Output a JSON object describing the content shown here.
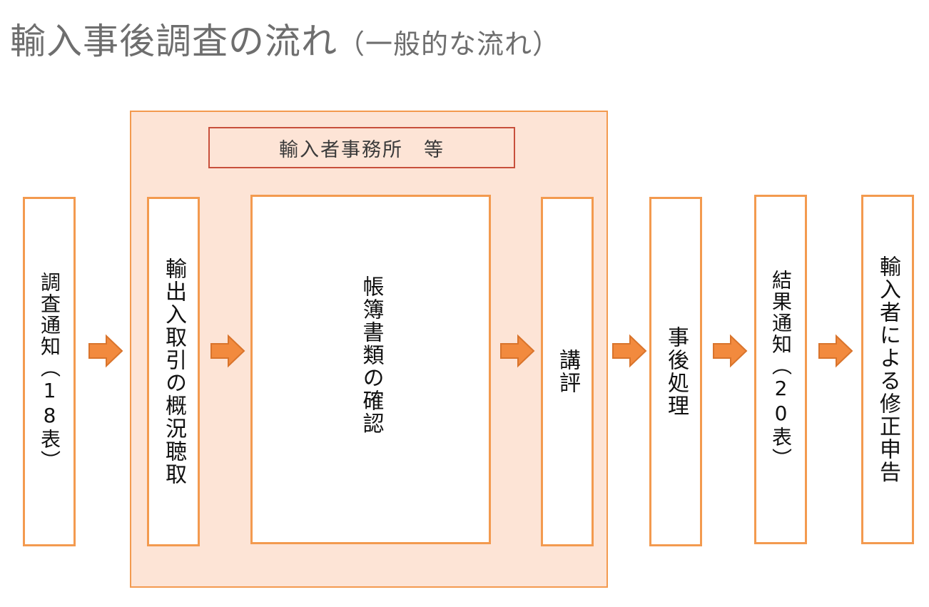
{
  "title": {
    "main": "輸入事後調査の流れ",
    "sub": "（一般的な流れ）"
  },
  "office_label": "輸入者事務所　等",
  "steps": {
    "survey_notice": "調査通知（18表）",
    "hearing": "輸出入取引の概況聴取",
    "books_check": "帳簿書類の確認",
    "review": "講評",
    "post_processing": "事後処理",
    "result_notice": "結果通知（20表）",
    "amended_return": "輸入者による修正申告"
  },
  "colors": {
    "accent": "#f39a4f",
    "arrow": "#f28a3e",
    "frame_fill": "#fde4d6",
    "label_border": "#c8503c"
  },
  "icons": [
    "arrow-right-icon"
  ]
}
